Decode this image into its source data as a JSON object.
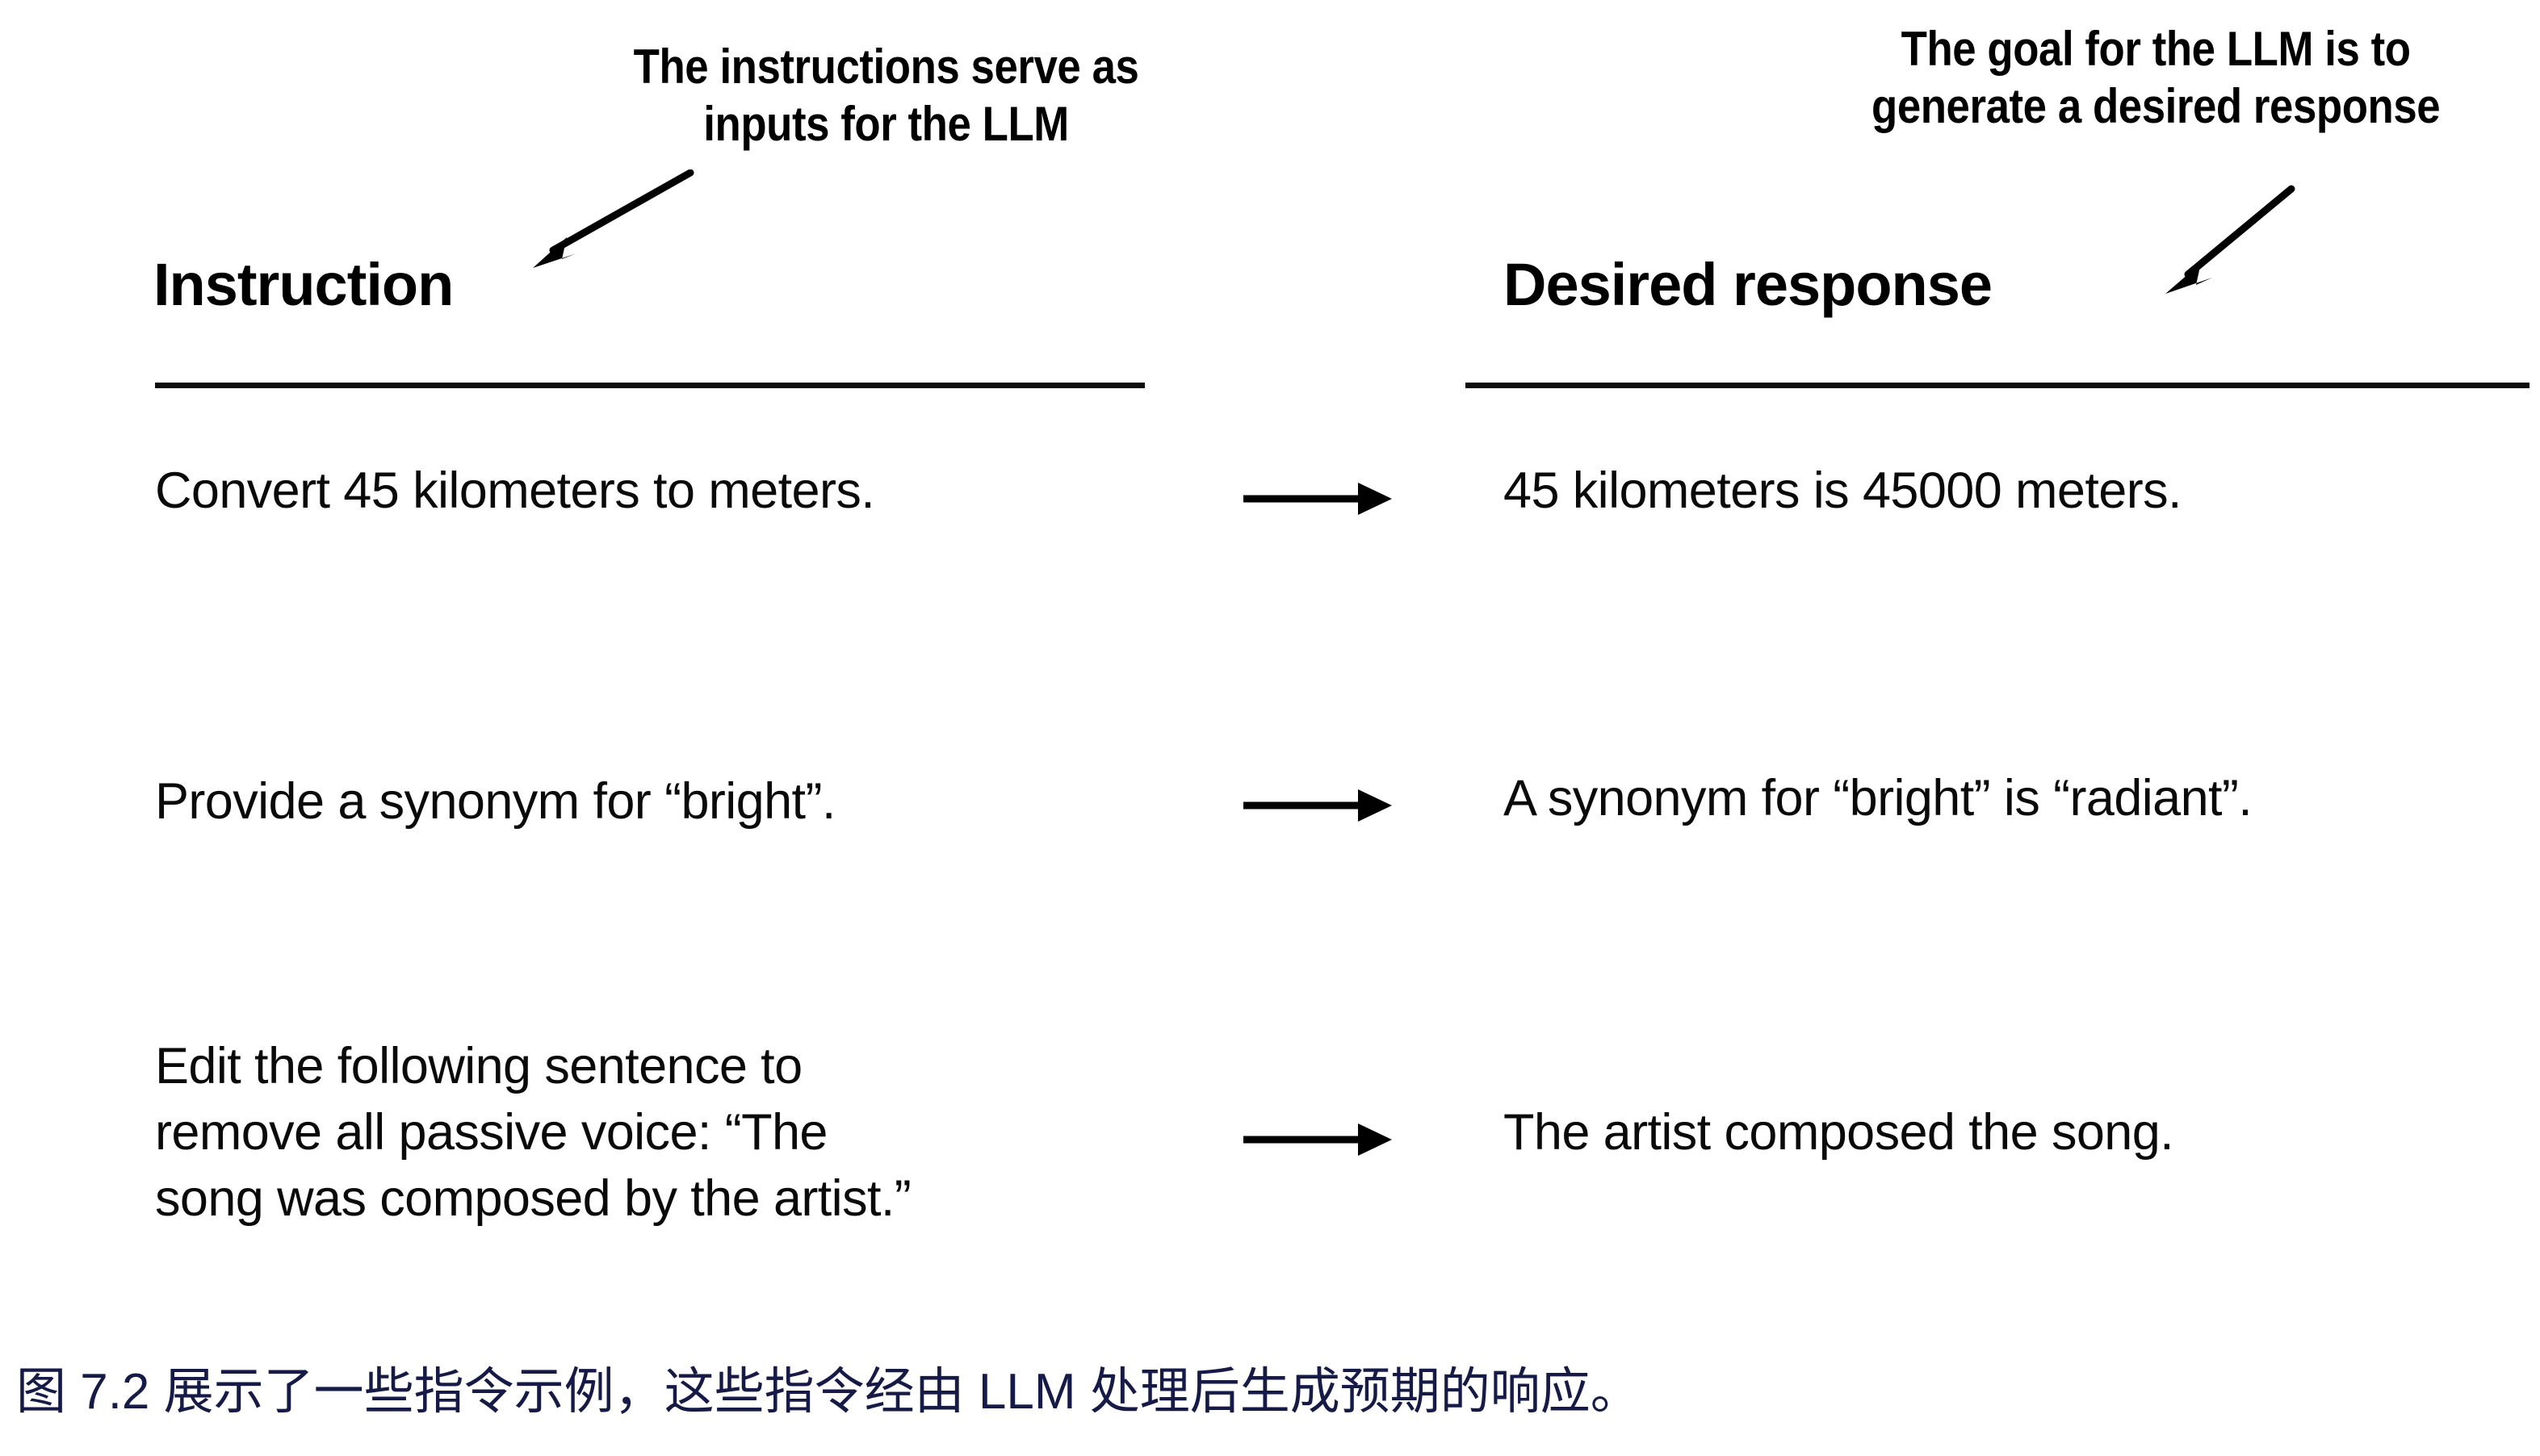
{
  "figure": {
    "annotations": {
      "left": {
        "text": "The instructions serve as\ninputs for the LLM",
        "pointer_icon": "arrow-down-left-icon"
      },
      "right": {
        "text": "The goal for the LLM is to\ngenerate a desired response",
        "pointer_icon": "arrow-down-left-icon"
      }
    },
    "columns": {
      "left_header": "Instruction",
      "right_header": "Desired response"
    },
    "rows": [
      {
        "instruction": "Convert 45 kilometers to meters.",
        "arrow_icon": "arrow-right-icon",
        "response": "45 kilometers is 45000 meters."
      },
      {
        "instruction": "Provide a synonym for “bright”.",
        "arrow_icon": "arrow-right-icon",
        "response": "A synonym for “bright” is “radiant”."
      },
      {
        "instruction": "Edit the following sentence to\nremove all passive voice: “The\nsong was composed by the artist.”",
        "arrow_icon": "arrow-right-icon",
        "response": "The artist composed the song."
      }
    ],
    "caption": "图 7.2 展示了一些指令示例，这些指令经由 LLM 处理后生成预期的响应。",
    "colors": {
      "ink": "#0a0a0a",
      "rule": "#0d0d0d",
      "caption": "#151a47",
      "background": "#ffffff"
    }
  }
}
